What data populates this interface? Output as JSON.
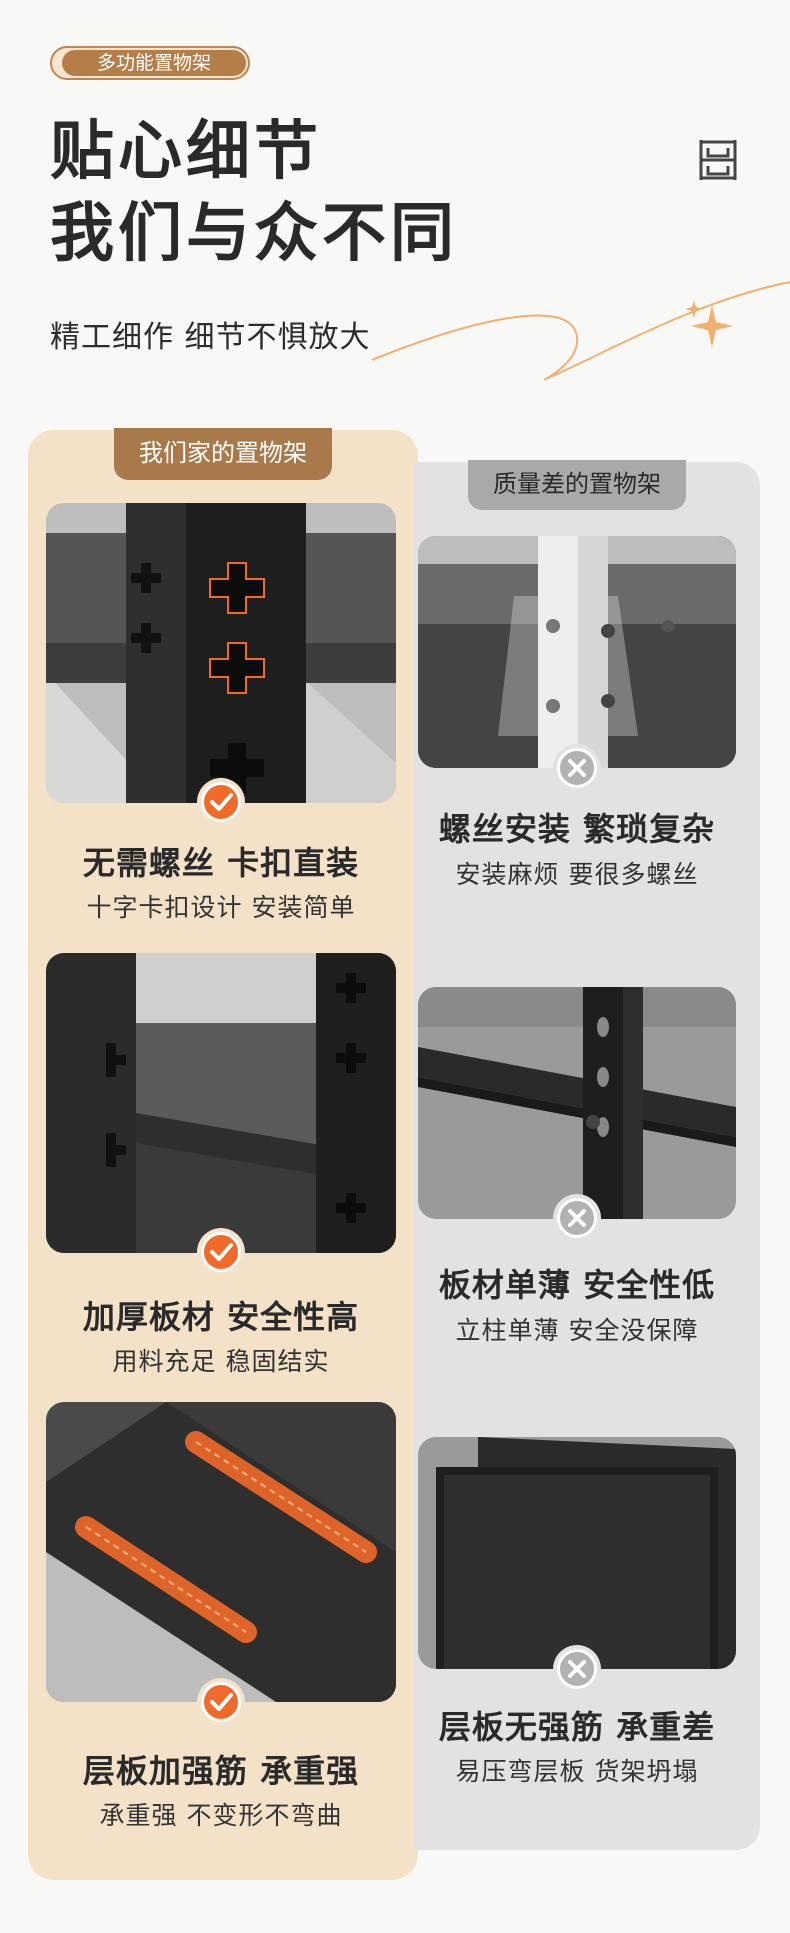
{
  "tag": "多功能置物架",
  "headline": {
    "line1": "贴心细节",
    "line2": "我们与众不同"
  },
  "subheadline": "精工细作  细节不惧放大",
  "ours": {
    "label": "我们家的置物架",
    "items": [
      {
        "title": "无需螺丝  卡扣直装",
        "subtitle": "十字卡扣设计 安装简单"
      },
      {
        "title": "加厚板材  安全性高",
        "subtitle": "用料充足  稳固结实"
      },
      {
        "title": "层板加强筋  承重强",
        "subtitle": "承重强  不变形不弯曲"
      }
    ]
  },
  "inferior": {
    "label": "质量差的置物架",
    "items": [
      {
        "title": "螺丝安装  繁琐复杂",
        "subtitle": "安装麻烦 要很多螺丝"
      },
      {
        "title": "板材单薄  安全性低",
        "subtitle": "立柱单薄  安全没保障"
      },
      {
        "title": "层板无强筋  承重差",
        "subtitle": "易压弯层板  货架坍塌"
      }
    ]
  },
  "colors": {
    "accent": "#f26a2a",
    "brown": "#a8794b",
    "cream": "#f3e2c8",
    "grey_panel": "#e3e1e2"
  }
}
